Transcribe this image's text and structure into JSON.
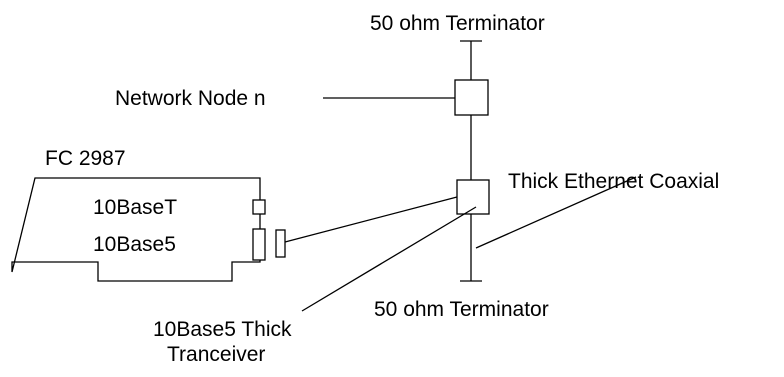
{
  "labels": {
    "top_terminator": "50 ohm Terminator",
    "network_node": "Network Node  n",
    "card_name": "FC 2987",
    "port_10baset": "10BaseT",
    "port_10base5": "10Base5",
    "coaxial": "Thick Ethernet Coaxial",
    "bottom_terminator": "50 ohm Terminator",
    "transceiver_line1": "10Base5 Thick",
    "transceiver_line2": "Tranceiver"
  }
}
